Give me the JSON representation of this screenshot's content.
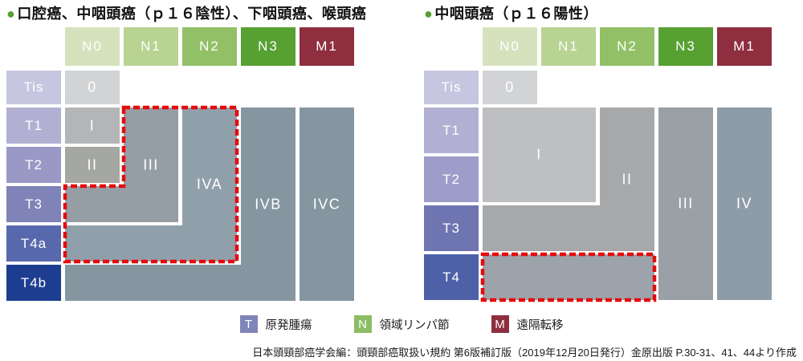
{
  "charts": [
    {
      "bullet": "●",
      "bullet_color": "#58a033",
      "title": "口腔癌、中咽頭癌（ｐ１６陰性）、下咽頭癌、喉頭癌",
      "columns": [
        {
          "label": "N0",
          "color": "#d5e2bd"
        },
        {
          "label": "N1",
          "color": "#b8d392"
        },
        {
          "label": "N2",
          "color": "#92c066"
        },
        {
          "label": "N3",
          "color": "#57a032"
        },
        {
          "label": "M1",
          "color": "#8e2e3f"
        }
      ],
      "rows": [
        {
          "label": "Tis",
          "color": "#c7c6e0"
        },
        {
          "label": "T1",
          "color": "#b2b0d2"
        },
        {
          "label": "T2",
          "color": "#9a98c5"
        },
        {
          "label": "T3",
          "color": "#8083b7"
        },
        {
          "label": "T4a",
          "color": "#5868ac"
        },
        {
          "label": "T4b",
          "color": "#1d3e90"
        }
      ],
      "regions": [
        {
          "stage": "0",
          "name": "stage-0",
          "color": "#d2d3d5",
          "spans": [
            {
              "c0": 0,
              "c1": 0,
              "r0": 0,
              "r1": 0
            }
          ]
        },
        {
          "stage": "I",
          "name": "stage-i",
          "color": "#b3b5b7",
          "spans": [
            {
              "c0": 0,
              "c1": 0,
              "r0": 1,
              "r1": 1
            }
          ]
        },
        {
          "stage": "II",
          "name": "stage-ii",
          "color": "#a5a7a3",
          "spans": [
            {
              "c0": 0,
              "c1": 0,
              "r0": 2,
              "r1": 2
            }
          ]
        },
        {
          "stage": "III",
          "name": "stage-iii",
          "color": "#969ea5",
          "spans": [
            {
              "c0": 1,
              "c1": 1,
              "r0": 1,
              "r1": 3
            },
            {
              "c0": 0,
              "c1": 1,
              "r0": 3,
              "r1": 3
            }
          ]
        },
        {
          "stage": "IVA",
          "name": "stage-iva",
          "color": "#90a0ab",
          "spans": [
            {
              "c0": 2,
              "c1": 2,
              "r0": 1,
              "r1": 4
            },
            {
              "c0": 0,
              "c1": 2,
              "r0": 4,
              "r1": 4
            }
          ]
        },
        {
          "stage": "IVB",
          "name": "stage-ivb",
          "color": "#8596a1",
          "spans": [
            {
              "c0": 3,
              "c1": 3,
              "r0": 1,
              "r1": 5
            },
            {
              "c0": 0,
              "c1": 3,
              "r0": 5,
              "r1": 5
            }
          ]
        },
        {
          "stage": "IVC",
          "name": "stage-ivc",
          "color": "#8596a1",
          "spans": [
            {
              "c0": 4,
              "c1": 4,
              "r0": 1,
              "r1": 5
            }
          ]
        }
      ],
      "highlight": {
        "color": "#e50b0b",
        "around": [
          "III",
          "IVA"
        ]
      }
    },
    {
      "bullet": "●",
      "bullet_color": "#58a033",
      "title": "中咽頭癌（ｐ１６陽性）",
      "columns": [
        {
          "label": "N0",
          "color": "#d5e2bd"
        },
        {
          "label": "N1",
          "color": "#b8d392"
        },
        {
          "label": "N2",
          "color": "#92c066"
        },
        {
          "label": "N3",
          "color": "#57a032"
        },
        {
          "label": "M1",
          "color": "#8e2e3f"
        }
      ],
      "rows": [
        {
          "label": "Tis",
          "color": "#c7c6e0"
        },
        {
          "label": "T1",
          "color": "#b2b0d2"
        },
        {
          "label": "T2",
          "color": "#9e9cc8"
        },
        {
          "label": "T3",
          "color": "#6f75b1"
        },
        {
          "label": "T4",
          "color": "#4e60a8"
        }
      ],
      "regions": [
        {
          "stage": "0",
          "name": "stage-0",
          "color": "#d2d3d5",
          "spans": [
            {
              "c0": 0,
              "c1": 0,
              "r0": 0,
              "r1": 0
            }
          ]
        },
        {
          "stage": "I",
          "name": "stage-i",
          "color": "#bdbfc0",
          "spans": [
            {
              "c0": 0,
              "c1": 1,
              "r0": 1,
              "r1": 2
            }
          ]
        },
        {
          "stage": "II",
          "name": "stage-ii",
          "color": "#a6a8aa",
          "spans": [
            {
              "c0": 2,
              "c1": 2,
              "r0": 1,
              "r1": 3
            },
            {
              "c0": 0,
              "c1": 2,
              "r0": 3,
              "r1": 3
            }
          ]
        },
        {
          "stage": "III",
          "name": "stage-iii",
          "color": "#99a0a6",
          "spans": [
            {
              "c0": 3,
              "c1": 3,
              "r0": 1,
              "r1": 4
            }
          ]
        },
        {
          "stage": "IV",
          "name": "stage-iv",
          "color": "#8e9ca8",
          "spans": [
            {
              "c0": 4,
              "c1": 4,
              "r0": 1,
              "r1": 4
            }
          ]
        },
        {
          "stage": "",
          "name": "t4-n0-n2-block",
          "color": "#9ca3aa",
          "spans": [
            {
              "c0": 0,
              "c1": 2,
              "r0": 4,
              "r1": 4
            }
          ]
        }
      ],
      "highlight": {
        "color": "#e50b0b",
        "around": [
          "T4 N0-N2"
        ]
      }
    }
  ],
  "legend": {
    "items": [
      {
        "symbol": "T",
        "color": "#7f84b9",
        "label": "原発腫瘍"
      },
      {
        "symbol": "N",
        "color": "#8cbd62",
        "label": "領域リンパ節"
      },
      {
        "symbol": "M",
        "color": "#8e2e3f",
        "label": "遠隔転移"
      }
    ]
  },
  "citation": "日本頭頸部癌学会編：頭頸部癌取扱い規約 第6版補訂版（2019年12月20日発行）金原出版 P.30-31、41、44より作成"
}
